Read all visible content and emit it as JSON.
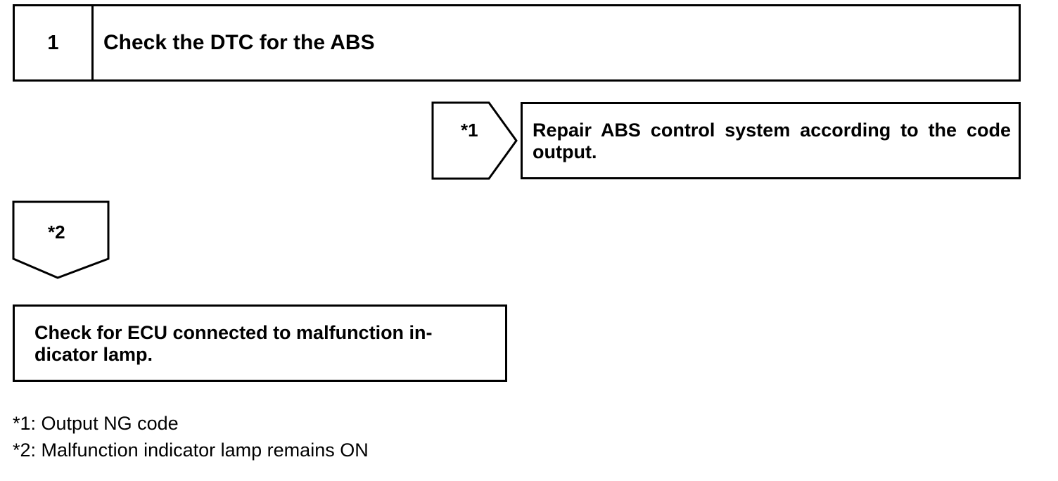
{
  "step": {
    "number": "1",
    "title": "Check the DTC for the ABS"
  },
  "branches": [
    {
      "label": "*1",
      "direction": "right",
      "result": "Repair ABS control system according to the code output."
    },
    {
      "label": "*2",
      "direction": "down",
      "result": "Check for ECU connected to malfunction in-dicator lamp."
    }
  ],
  "result_lines_2": [
    "Check for ECU connected to malfunction in-",
    "dicator lamp."
  ],
  "legend": [
    "*1: Output NG code",
    "*2: Malfunction indicator lamp remains ON"
  ],
  "colors": {
    "line": "#000000",
    "background": "#ffffff"
  }
}
